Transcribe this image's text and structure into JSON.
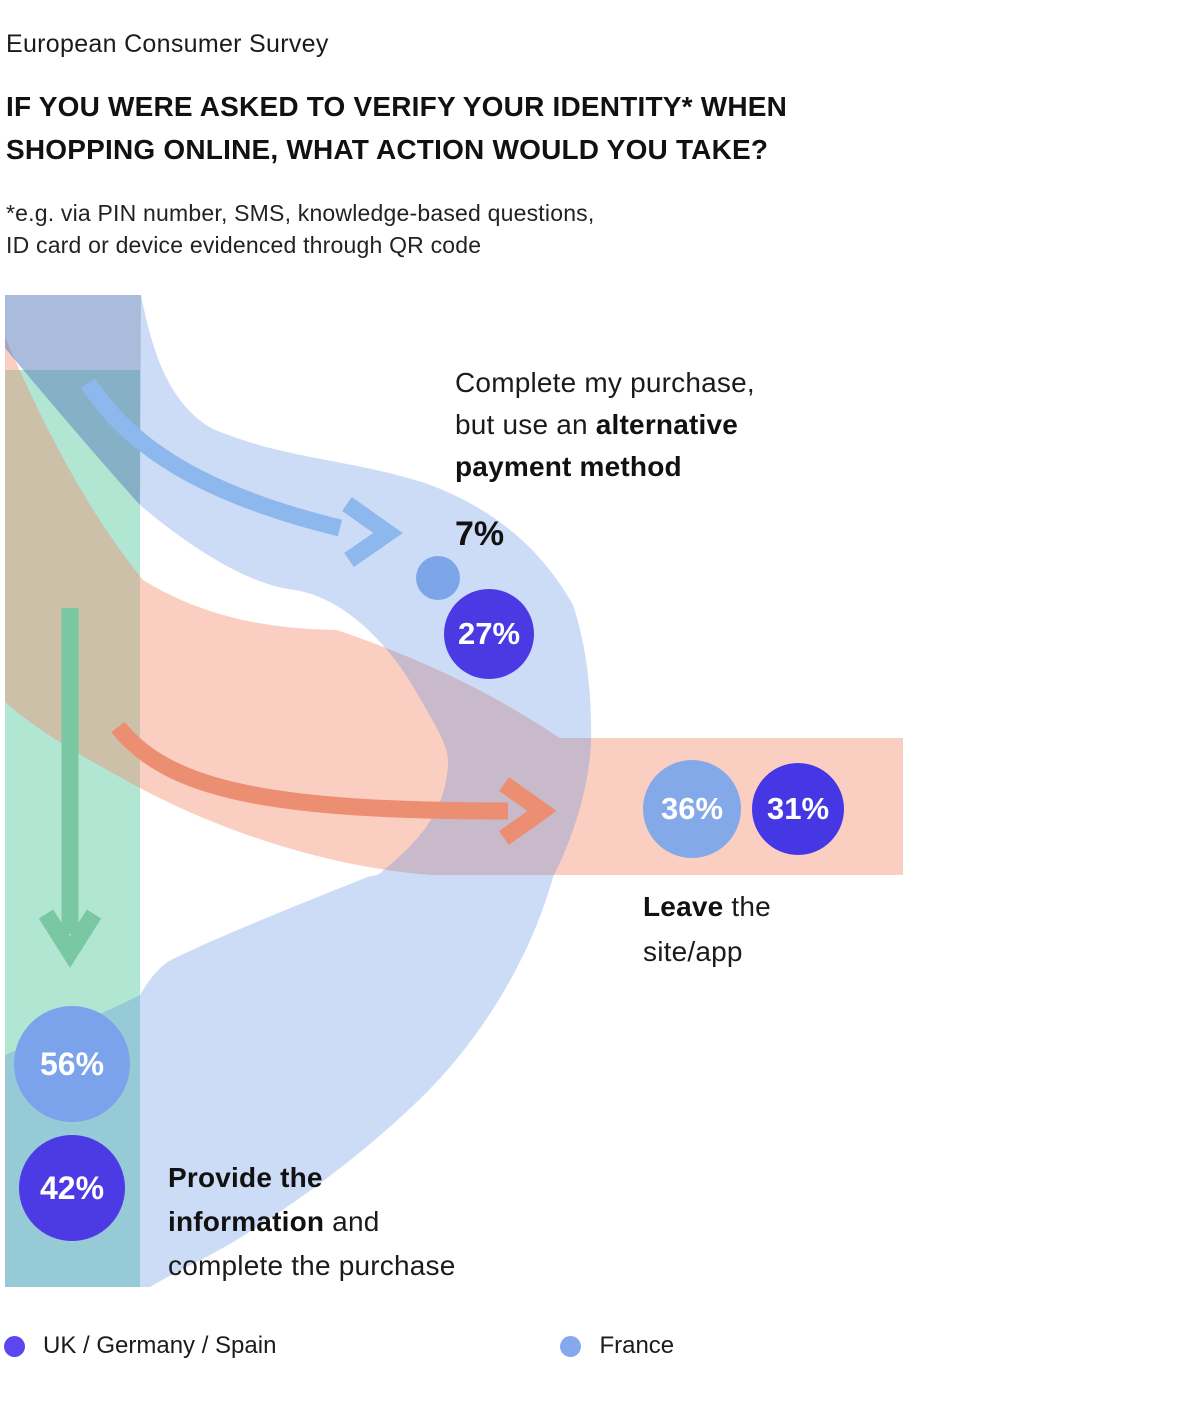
{
  "header": {
    "eyebrow": "European Consumer Survey",
    "title_line1": "IF YOU WERE ASKED TO VERIFY YOUR IDENTITY* WHEN",
    "title_line2": "SHOPPING ONLINE, WHAT ACTION WOULD YOU TAKE?",
    "footnote_line1": "*e.g. via PIN number, SMS, knowledge-based questions,",
    "footnote_line2": "ID card or device evidenced through QR code"
  },
  "branches": {
    "alternative_payment": {
      "line1": "Complete my purchase,",
      "line2_regular": "but use an ",
      "line2_bold": "alternative",
      "line3_bold": "payment method",
      "france_value": "7%",
      "uk_value": "27%"
    },
    "leave": {
      "line1_bold": "Leave",
      "line1_regular": " the",
      "line2": "site/app",
      "france_value": "36%",
      "uk_value": "31%"
    },
    "provide": {
      "line1_bold": "Provide the",
      "line2_bold": "information",
      "line2_regular": " and",
      "line3": "complete the purchase",
      "france_value": "56%",
      "uk_value": "42%"
    }
  },
  "legend": {
    "uk": {
      "label": "UK / Germany / Spain",
      "color": "#5b46f0"
    },
    "france": {
      "label": "France",
      "color": "#84a9ee"
    }
  },
  "colors": {
    "uk_circle": "#4b3ae4",
    "france_circle": "#7aa3ec",
    "france_circle_small": "#7da6e9",
    "pink_ribbon": "#f48c6e",
    "blue_ribbon": "#5a8ce1",
    "green_band": "#52c79e",
    "pink_arrow": "#ec8e72",
    "blue_arrow": "#8cb8ee",
    "green_arrow": "#79c7a3"
  },
  "chart_data": {
    "type": "sankey",
    "title": "European Consumer Survey",
    "question": "IF YOU WERE ASKED TO VERIFY YOUR IDENTITY* WHEN SHOPPING ONLINE, WHAT ACTION WOULD YOU TAKE?",
    "footnote": "*e.g. via PIN number, SMS, knowledge-based questions, ID card or device evidenced through QR code",
    "unit": "%",
    "categories": [
      "Complete my purchase, but use an alternative payment method",
      "Leave the site/app",
      "Provide the information and complete the purchase"
    ],
    "series": [
      {
        "name": "France",
        "values": [
          7,
          36,
          56
        ]
      },
      {
        "name": "UK / Germany / Spain",
        "values": [
          27,
          31,
          42
        ]
      }
    ],
    "legend_position": "bottom",
    "layout": "flow-infographic with three ribbons branching from a top-left trunk: blue ribbon curves right (alternative payment), pink ribbon runs horizontal (leave site/app), green band runs straight down (provide information)"
  }
}
